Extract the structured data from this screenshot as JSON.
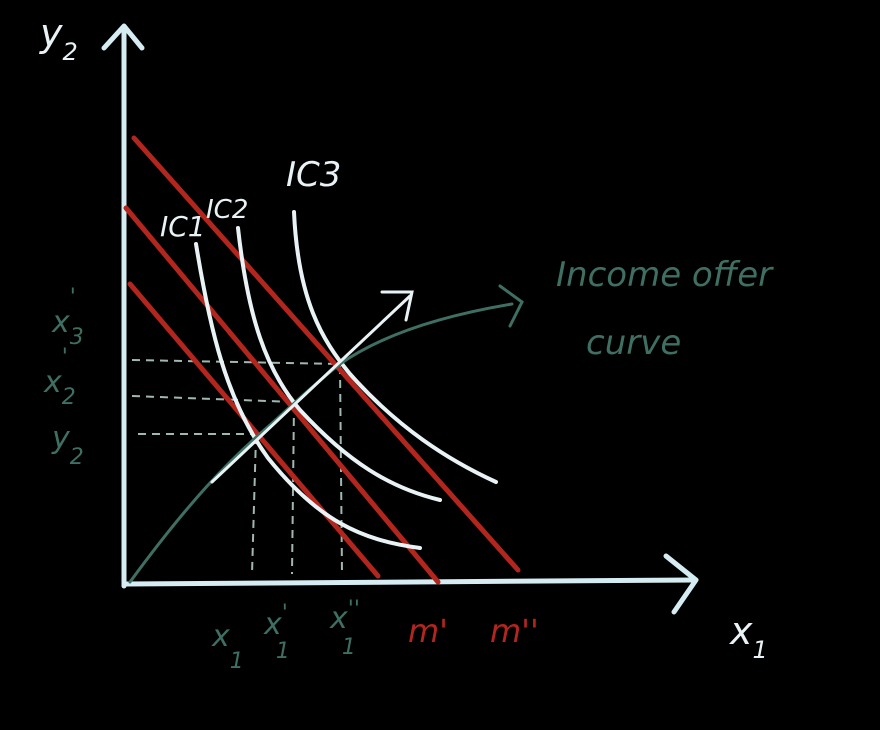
{
  "colors": {
    "background": "#000000",
    "axis": "#d6ecf3",
    "budget_line": "#b3261e",
    "indifference_curve": "#e9f3f6",
    "income_offer_curve": "#3f6f63",
    "guide": "#9fb8b0"
  },
  "axes": {
    "y_label_main": "y",
    "y_label_sub": "2",
    "x_label_main": "x",
    "x_label_sub": "1"
  },
  "indifference_curves": {
    "ic1": "IC1",
    "ic2": "IC2",
    "ic3": "IC3"
  },
  "y_ticks": {
    "t3_main": "x",
    "t3_sub": "3",
    "t3_prime": "'",
    "t2_main": "x",
    "t2_sub": "2",
    "t2_prime": "'",
    "t1_main": "y",
    "t1_sub": "2"
  },
  "x_ticks": {
    "a_main": "x",
    "a_sub": "1",
    "b_main": "x",
    "b_sub": "1",
    "b_prime": "'",
    "c_main": "x",
    "c_sub": "1",
    "c_prime": "''"
  },
  "budget_labels": {
    "m1": "m'",
    "m2": "m''"
  },
  "offer_curve_label": {
    "line1": "Income offer",
    "line2": "curve"
  }
}
